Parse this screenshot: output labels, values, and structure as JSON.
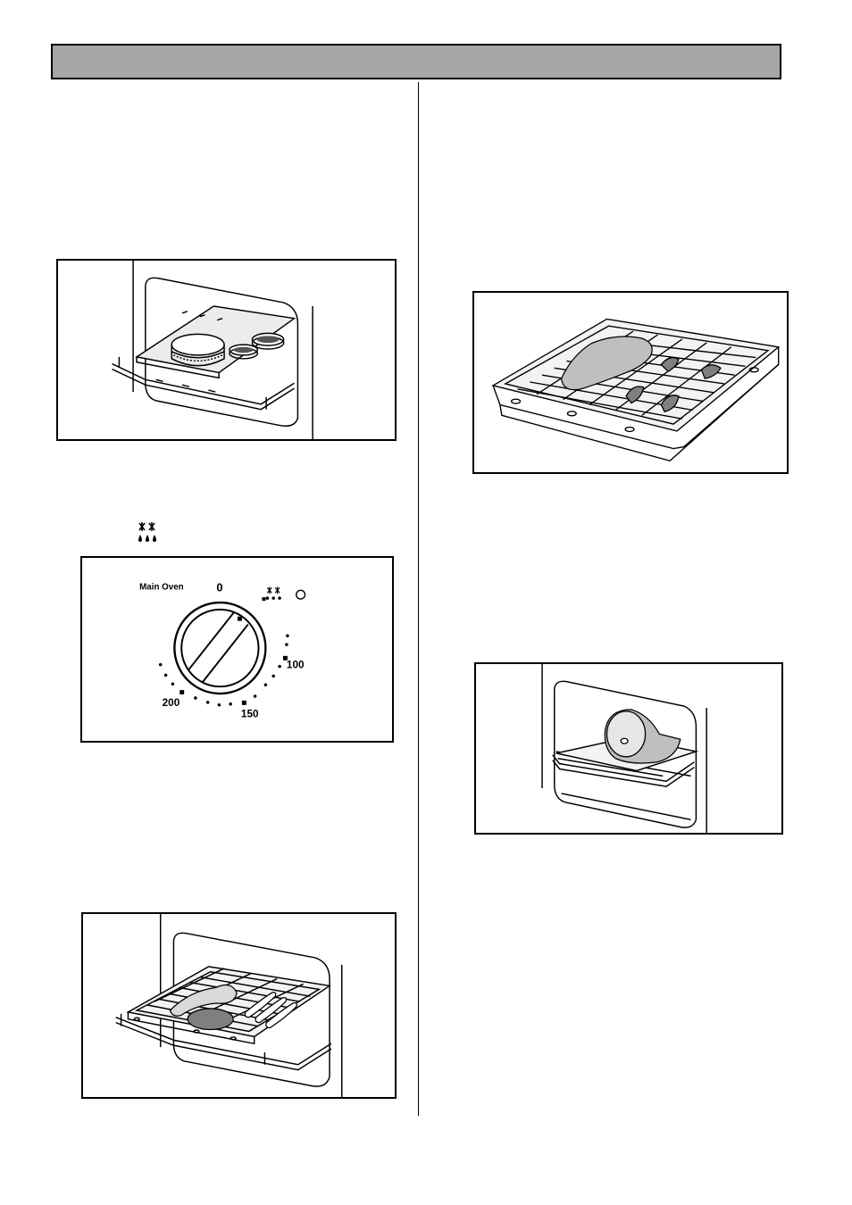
{
  "page": {
    "header": {
      "title": ""
    },
    "icons": {
      "defrost_symbol": "defrost-snowflake-drops-icon"
    },
    "figures": {
      "oven_baking": {
        "icon": "oven-baking-tray-cake-illustration"
      },
      "grill_pan_fish": {
        "icon": "grill-pan-fish-prawns-illustration"
      },
      "control_dial": {
        "label": "Main Oven",
        "zero_mark": "0",
        "mark_100": "100",
        "mark_150": "150",
        "mark_200": "200"
      },
      "oven_roast": {
        "icon": "oven-roast-joint-illustration"
      },
      "oven_grill_meats": {
        "icon": "oven-grill-chops-sausages-illustration"
      }
    },
    "colors": {
      "header_bar": "#a6a6a6",
      "line": "#000000"
    }
  }
}
